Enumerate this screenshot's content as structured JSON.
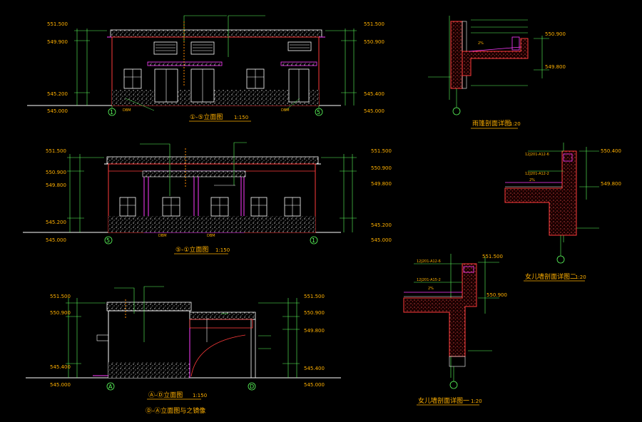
{
  "colors": {
    "background": "#000000",
    "wall": "#ff3b3b",
    "outline": "#ffffff",
    "dim": "#5cff5c",
    "text": "#ffb000",
    "accent": "#ff3cff",
    "leader": "#ffff00",
    "hatch": "#d0d0d0"
  },
  "elevation_1_5": {
    "title": "①-⑤立面图",
    "scale": "1:150",
    "left_levels": [
      "551.500",
      "549.900",
      "545.200",
      "545.000"
    ],
    "right_levels": [
      "551.500",
      "550.900",
      "545.400",
      "545.000"
    ],
    "axis_left": "1",
    "axis_right": "5"
  },
  "elevation_5_1": {
    "title": "⑤-①立面图",
    "scale": "1:150",
    "left_levels": [
      "551.500",
      "550.900",
      "549.800",
      "545.200",
      "545.000"
    ],
    "right_levels": [
      "551.500",
      "550.900",
      "549.800",
      "545.200",
      "545.000"
    ],
    "axis_left": "5",
    "axis_right": "1"
  },
  "elevation_a_d": {
    "title": "Ⓐ-Ⓓ立面图",
    "scale": "1:150",
    "subtitle": "Ⓓ-Ⓐ立面图与之镜像",
    "left_levels": [
      "551.500",
      "550.900",
      "545.400",
      "545.000"
    ],
    "right_levels": [
      "551.500",
      "550.900",
      "549.800",
      "545.400",
      "545.000"
    ],
    "axis_left": "A",
    "axis_right": "D"
  },
  "detail_canopy": {
    "title": "雨篷剖面详图",
    "scale": "1:20",
    "levels": [
      "550.900",
      "549.800"
    ]
  },
  "detail_parapet_2": {
    "title": "女儿墙剖面详图二",
    "scale": "1:20",
    "levels": [
      "550.400",
      "549.800"
    ],
    "notes": [
      "12J201-A12-6",
      "12J201-A12-2"
    ]
  },
  "detail_parapet_1": {
    "title": "女儿墙剖面详图一",
    "scale": "1:20",
    "levels": [
      "551.500",
      "550.900"
    ],
    "notes": [
      "12J201-A12-6",
      "12J201-A15-2"
    ]
  }
}
